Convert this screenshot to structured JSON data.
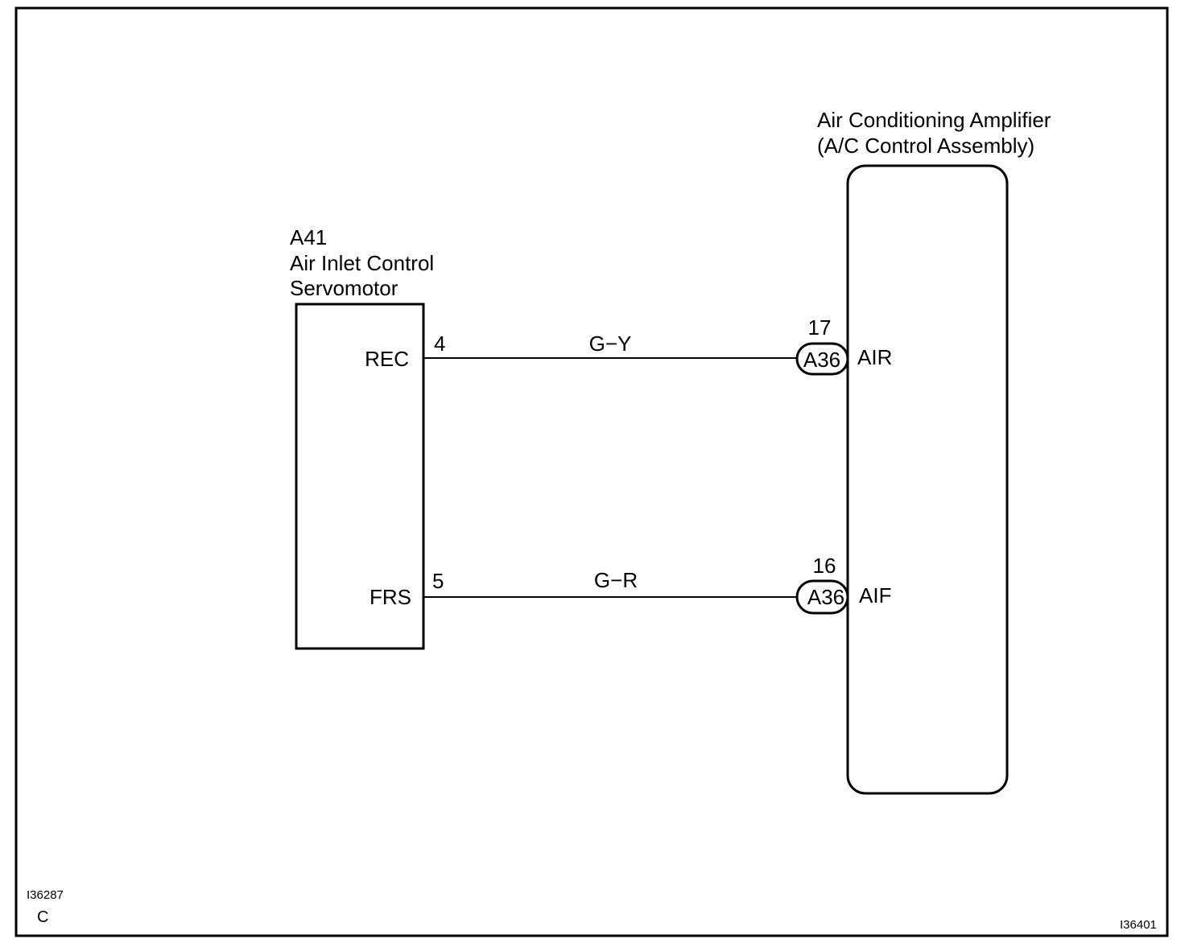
{
  "amplifier": {
    "title_line1": "Air Conditioning Amplifier",
    "title_line2": "(A/C Control Assembly)"
  },
  "servomotor": {
    "code": "A41",
    "name_line1": "Air Inlet Control",
    "name_line2": "Servomotor"
  },
  "wires": [
    {
      "servo_terminal": "REC",
      "servo_pin": "4",
      "color": "G−Y",
      "connector": "A36",
      "amp_pin": "17",
      "amp_terminal": "AIR"
    },
    {
      "servo_terminal": "FRS",
      "servo_pin": "5",
      "color": "G−R",
      "connector": "A36",
      "amp_pin": "16",
      "amp_terminal": "AIF"
    }
  ],
  "footer": {
    "left_code": "I36287",
    "left_letter": "C",
    "right_code": "I36401"
  }
}
